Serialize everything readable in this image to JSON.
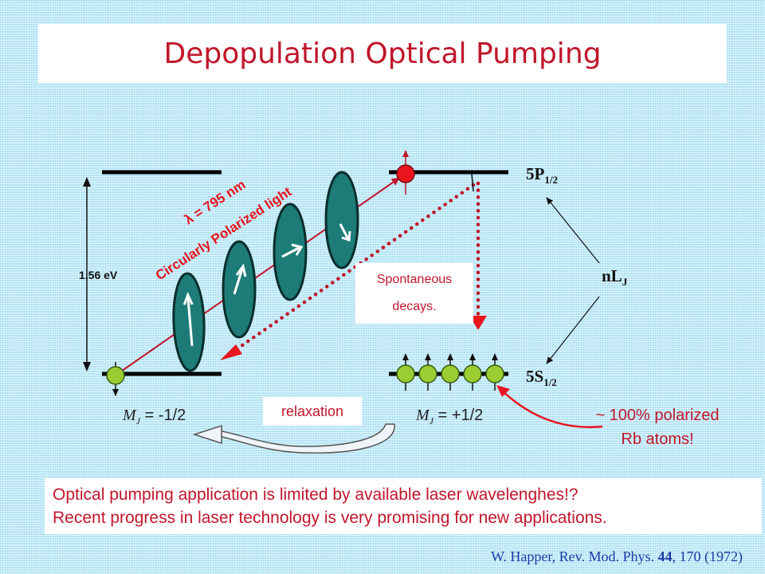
{
  "title": "Depopulation Optical Pumping",
  "energy_gap": "1.56 eV",
  "beam": {
    "wavelength": "λ = 795 nm",
    "polarization": "Circularly Polarized light"
  },
  "levels": {
    "upper": {
      "main": "5P",
      "sub": "1/2"
    },
    "lower": {
      "main": "5S",
      "sub": "1/2"
    },
    "general": {
      "main": "nL",
      "sub": "J"
    }
  },
  "states": {
    "left": {
      "label": "M",
      "sub": "J",
      "value": " = -1/2"
    },
    "right": {
      "label": "M",
      "sub": "J",
      "value": " = +1/2"
    }
  },
  "spontaneous": {
    "line1": "Spontaneous",
    "line2": "decays."
  },
  "relaxation": "relaxation",
  "polarized_note": {
    "line1": "~ 100% polarized",
    "line2": "Rb atoms!"
  },
  "notes": [
    "Optical pumping application is limited by available laser wavelenghes!?",
    "Recent progress in laser technology is very promising for new applications."
  ],
  "citation": {
    "authors": "W. Happer, Rev. Mod. Phys. ",
    "volume": "44",
    "pages": ", 170 (1972)"
  },
  "colors": {
    "accent": "#c0162b",
    "photon": "#1e7c78",
    "atom": "#9acd32",
    "excited_atom": "#e8141e"
  }
}
